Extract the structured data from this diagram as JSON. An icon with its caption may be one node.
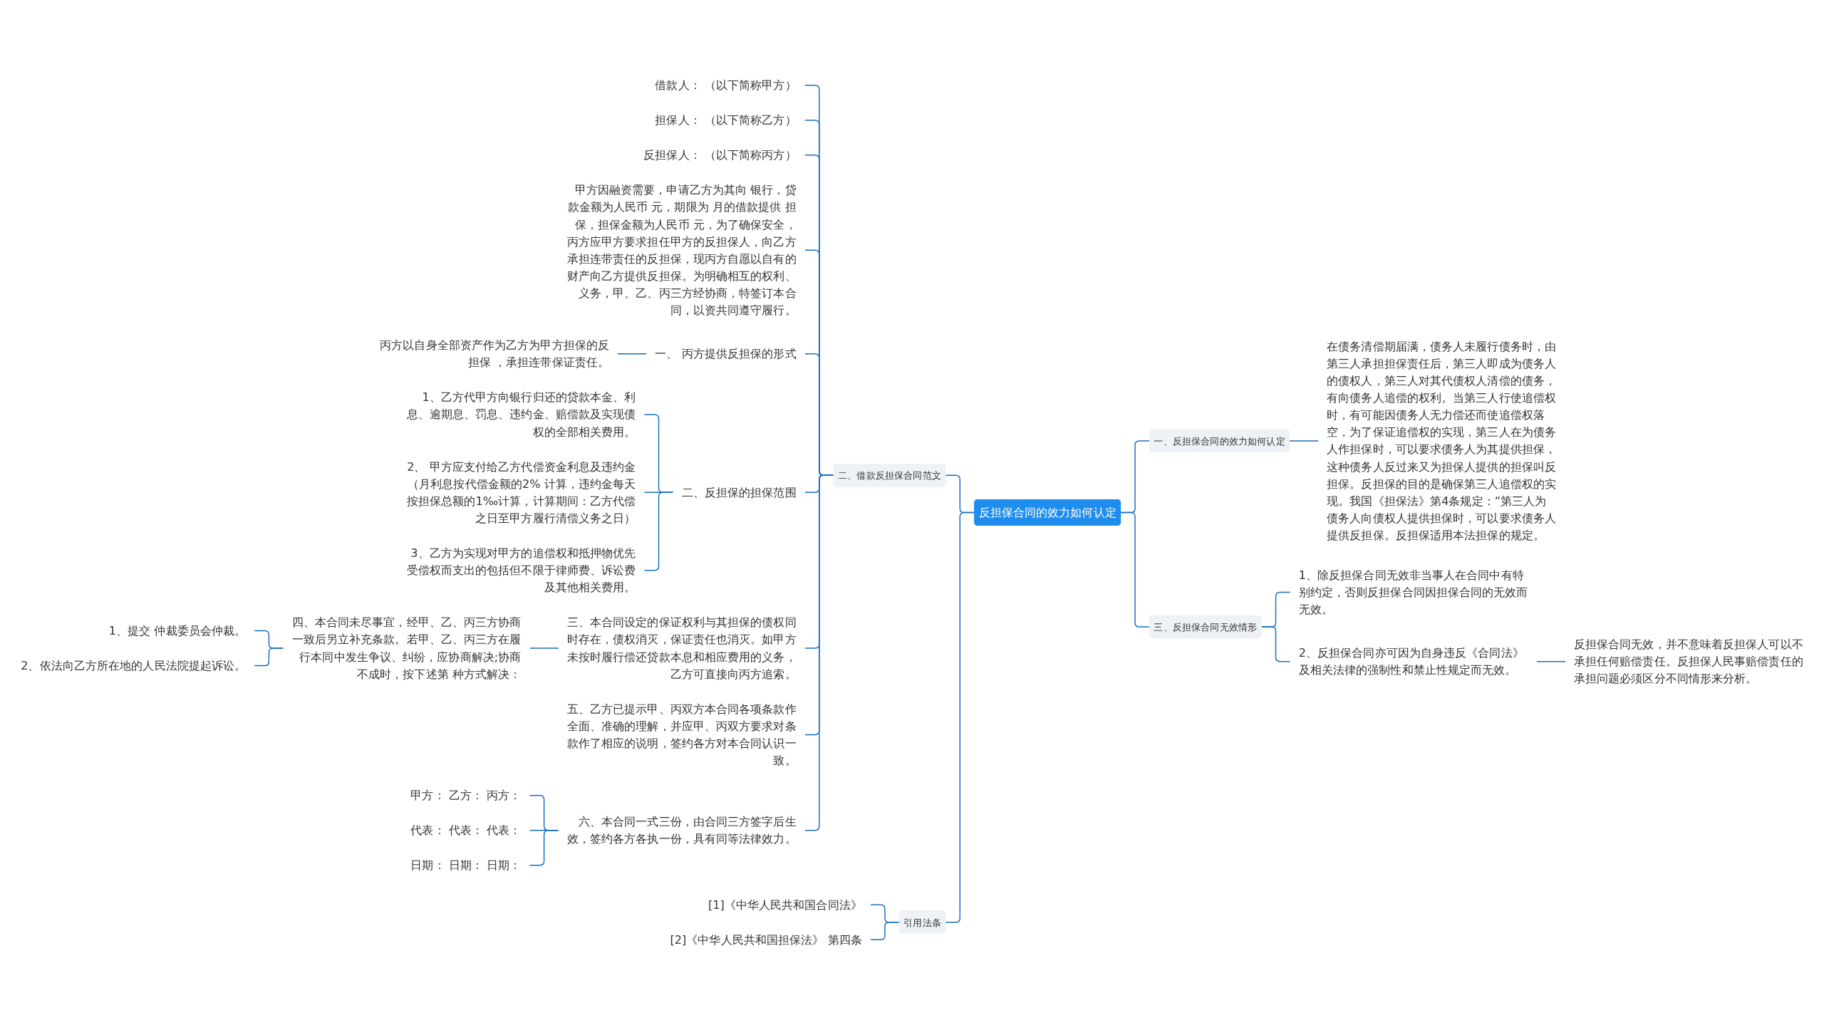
{
  "diagram": {
    "nodes": [
      {
        "text": [
          "反担保合同的效力如何认定"
        ]
      },
      {
        "text": [
          "一、反担保合同的效力如何认定"
        ]
      },
      {
        "text": [
          "在债务清偿期届满，债务人未履行债务时，由第三人承担担保责任后，第三人即成为债务人的债权人，第三人对其代债权人清偿的债务，有向债务人追偿的权利。当第三人行使追偿权时，有可能因债务人无力偿还而使追偿权落空，为了保证追偿权的实现，第三人在为债务人作担保时，可以要求债务人为其提供担保，这种债务人反过来又为担保人提供的担保叫反担保。反担保的目的是确保第三人追偿权的实现。我国《担保法》第4条规定：“第三人为债务人向债权人提供担保时，可以要求债务人提供反担保。反担保适用本法担保的规定。"
        ]
      },
      {
        "text": [
          "二、借款反担保合同范文"
        ]
      },
      {
        "text": [
          "借款人： （以下简称甲方）"
        ]
      },
      {
        "text": [
          "担保人： （以下简称乙方）"
        ]
      },
      {
        "text": [
          "反担保人： （以下简称丙方）"
        ]
      },
      {
        "text": [
          "甲方因融资需要，申请乙方为其向 银行，贷款金额为人民币 元，期限为 月的借款提供 担保，担保金额为人民币 元，为了确保安全，丙方应甲方要求担任甲方的反担保人，向乙方承担连带责任的反担保，现丙方自愿以自有的财产向乙方提供反担保。为明确相互的权利、义务，甲、乙、丙三方经协商，特签订本合同，以资共同遵守履行。"
        ]
      },
      {
        "text": [
          "一、 丙方提供反担保的形式"
        ]
      },
      {
        "text": [
          "丙方以自身全部资产作为乙方为甲方担保的反担保 ，承担连带保证责任。"
        ]
      },
      {
        "text": [
          "二、反担保的担保范围"
        ]
      },
      {
        "text": [
          "1、乙方代甲方向银行归还的贷款本金、利息、逾期息、罚息、违约金、赔偿款及实现债权的全部相关费用。"
        ]
      },
      {
        "text": [
          "2、 甲方应支付给乙方代偿资金利息及违约金（月利息按代偿金额的2% 计算，违约金每天按担保总额的1‰计算，计算期间：乙方代偿之日至甲方履行清偿义务之日）"
        ]
      },
      {
        "text": [
          "3、乙方为实现对甲方的追偿权和抵押物优先受偿权而支出的包括但不限于律师费、诉讼费及其他相关费用。"
        ]
      },
      {
        "text": [
          "三、本合同设定的保证权利与其担保的债权同时存在，债权消灭，保证责任也消灭。如甲方未按时履行偿还贷款本息和相应费用的义务，乙方可直接向丙方追索。"
        ]
      },
      {
        "text": [
          "四、本合同未尽事宜，经甲、乙、丙三方协商一致后另立补充条款。若甲、乙、丙三方在履行本同中发生争议、纠纷，应协商解决;协商不成时，按下述第 种方式解决："
        ]
      },
      {
        "text": [
          "1、提交 仲裁委员会仲裁。"
        ]
      },
      {
        "text": [
          "2、依法向乙方所在地的人民法院提起诉讼。"
        ]
      },
      {
        "text": [
          "五、乙方已提示甲、丙双方本合同各项条款作全面、准确的理解，并应甲、丙双方要求对条款作了相应的说明，签约各方对本合同认识一致。"
        ]
      },
      {
        "text": [
          "六、本合同一式三份，由合同三方签字后生效，签约各方各执一份，具有同等法律效力。"
        ]
      },
      {
        "text": [
          "甲方： 乙方： 丙方："
        ]
      },
      {
        "text": [
          "代表： 代表： 代表："
        ]
      },
      {
        "text": [
          "日期： 日期： 日期："
        ]
      },
      {
        "text": [
          "三、反担保合同无效情形"
        ]
      },
      {
        "text": [
          "1、除反担保合同无效非当事人在合同中有特别约定，否则反担保合同因担保合同的无效而无效。"
        ]
      },
      {
        "text": [
          "2、反担保合同亦可因为自身违反《合同法》及相关法律的强制性和禁止性规定而无效。"
        ]
      },
      {
        "text": [
          "反担保合同无效，并不意味着反担保人可以不承担任何赔偿责任。反担保人民事赔偿责任的承担问题必须区分不同情形来分析。"
        ]
      },
      {
        "text": [
          "引用法条"
        ]
      },
      {
        "text": [
          "[1]《中华人民共和国合同法》"
        ]
      },
      {
        "text": [
          "[2]《中华人民共和国担保法》 第四条"
        ]
      }
    ],
    "edges": [
      {
        "from": 0,
        "to": 1,
        "arrow": "none"
      },
      {
        "from": 1,
        "to": 2,
        "arrow": "none"
      },
      {
        "from": 0,
        "to": 3,
        "arrow": "none"
      },
      {
        "from": 3,
        "to": 4,
        "arrow": "none"
      },
      {
        "from": 3,
        "to": 5,
        "arrow": "none"
      },
      {
        "from": 3,
        "to": 6,
        "arrow": "none"
      },
      {
        "from": 3,
        "to": 7,
        "arrow": "none"
      },
      {
        "from": 3,
        "to": 8,
        "arrow": "none"
      },
      {
        "from": 8,
        "to": 9,
        "arrow": "none"
      },
      {
        "from": 3,
        "to": 10,
        "arrow": "none"
      },
      {
        "from": 10,
        "to": 11,
        "arrow": "none"
      },
      {
        "from": 10,
        "to": 12,
        "arrow": "none"
      },
      {
        "from": 10,
        "to": 13,
        "arrow": "none"
      },
      {
        "from": 3,
        "to": 14,
        "arrow": "none"
      },
      {
        "from": 14,
        "to": 15,
        "arrow": "none"
      },
      {
        "from": 15,
        "to": 16,
        "arrow": "none"
      },
      {
        "from": 15,
        "to": 17,
        "arrow": "none"
      },
      {
        "from": 3,
        "to": 18,
        "arrow": "none"
      },
      {
        "from": 3,
        "to": 19,
        "arrow": "none"
      },
      {
        "from": 19,
        "to": 20,
        "arrow": "none"
      },
      {
        "from": 19,
        "to": 21,
        "arrow": "none"
      },
      {
        "from": 19,
        "to": 22,
        "arrow": "none"
      },
      {
        "from": 0,
        "to": 23,
        "arrow": "none"
      },
      {
        "from": 23,
        "to": 24,
        "arrow": "none"
      },
      {
        "from": 23,
        "to": 25,
        "arrow": "none"
      },
      {
        "from": 25,
        "to": 26,
        "arrow": "none"
      },
      {
        "from": 0,
        "to": 27,
        "arrow": "none"
      },
      {
        "from": 27,
        "to": 28,
        "arrow": "none"
      },
      {
        "from": 27,
        "to": 29,
        "arrow": "none"
      }
    ]
  }
}
